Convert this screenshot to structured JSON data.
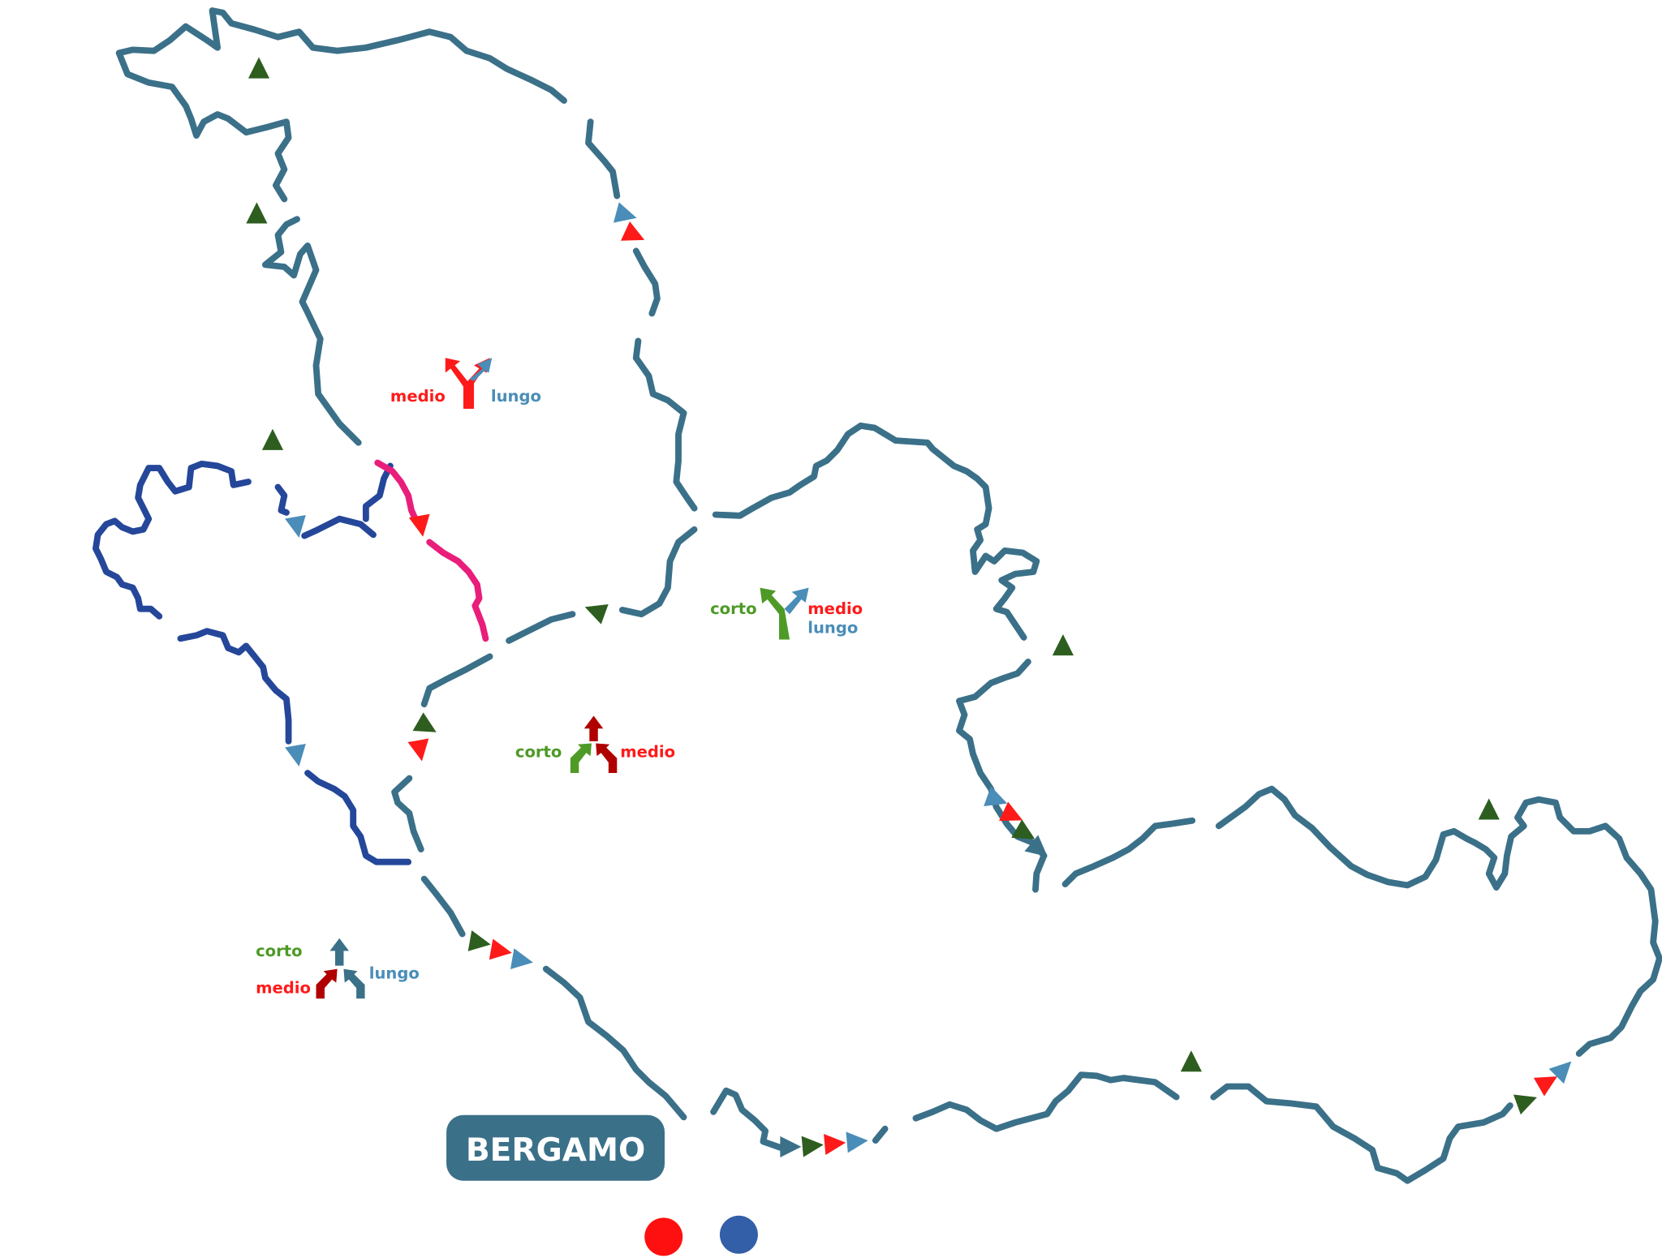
{
  "title": "BERGAMO",
  "colors": {
    "route": "#3b7089",
    "route_variant_blue": "#25479a",
    "route_variant_pink": "#e91e7a",
    "corto": "#4e9a26",
    "medio": "#ff1a1a",
    "lungo": "#4a8db8",
    "peak": "#2d5e1f"
  },
  "junctions": [
    {
      "labels": [
        "medio",
        "lungo"
      ]
    },
    {
      "labels": [
        "corto",
        "medio",
        "lungo"
      ]
    },
    {
      "labels": [
        "corto",
        "medio"
      ]
    },
    {
      "labels": [
        "corto",
        "medio",
        "lungo"
      ]
    }
  ],
  "markers": [
    {
      "name": "red-dot",
      "color": "#ff1010"
    },
    {
      "name": "blue-dot",
      "color": "#335ea8"
    }
  ]
}
